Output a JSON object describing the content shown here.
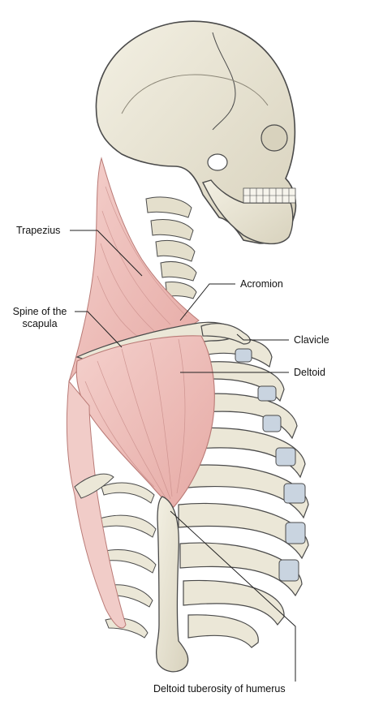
{
  "labels": {
    "trapezius": "Trapezius",
    "acromion": "Acromion",
    "spine_line1": "Spine of the",
    "spine_line2": "scapula",
    "clavicle": "Clavicle",
    "deltoid": "Deltoid",
    "tuberosity": "Deltoid tuberosity of humerus"
  },
  "colors": {
    "bone": "#ebe7d7",
    "bone_shadow": "#cfc9b4",
    "outline": "#4a4a4a",
    "muscle": "#efc3bf",
    "muscle_dark": "#d99c98",
    "cartilage": "#c9d4e0",
    "leader": "#222222"
  }
}
